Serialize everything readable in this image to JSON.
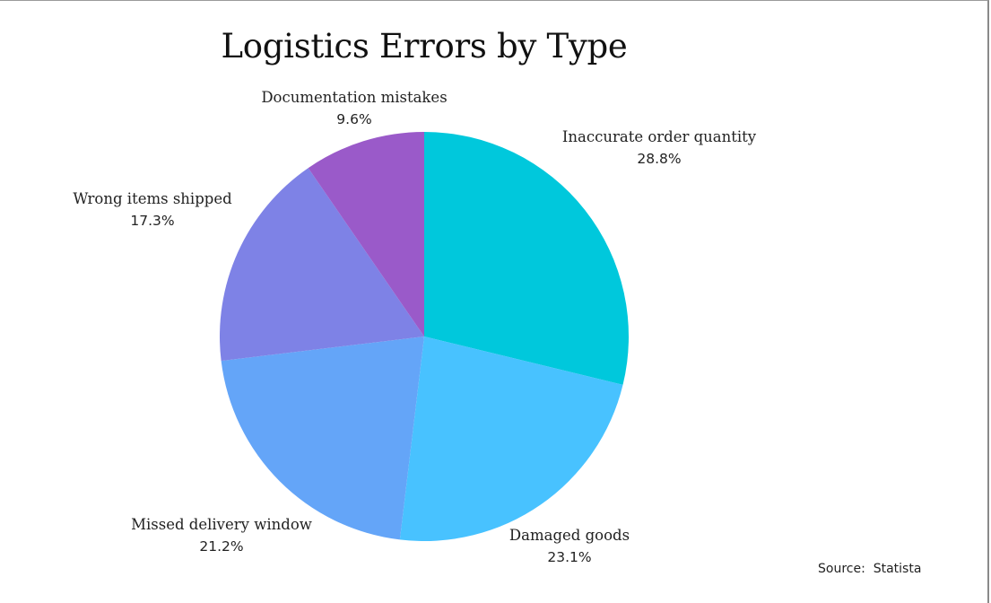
{
  "chart_data": {
    "type": "pie",
    "title": "Logistics Errors by Type",
    "categories": [
      "Inaccurate order quantity",
      "Damaged goods",
      "Missed delivery window",
      "Wrong items shipped",
      "Documentation mistakes"
    ],
    "values": [
      28.8,
      23.1,
      21.2,
      17.3,
      9.6
    ],
    "labels": [
      "28.8%",
      "23.1%",
      "21.2%",
      "17.3%",
      "9.6%"
    ],
    "colors": [
      "#00c8dc",
      "#48c2ff",
      "#64a5f8",
      "#7e82e6",
      "#9a5ac9"
    ],
    "start_angle_deg": 0,
    "direction": "clockwise",
    "legend": "none (direct labels)",
    "source": "Source:  Statista"
  },
  "slices": [
    {
      "label": "Inaccurate order quantity",
      "pct": "28.8%"
    },
    {
      "label": "Damaged goods",
      "pct": "23.1%"
    },
    {
      "label": "Missed delivery window",
      "pct": "21.2%"
    },
    {
      "label": "Wrong items shipped",
      "pct": "17.3%"
    },
    {
      "label": "Documentation mistakes",
      "pct": "9.6%"
    }
  ],
  "title": "Logistics Errors by Type",
  "source": "Source:  Statista"
}
